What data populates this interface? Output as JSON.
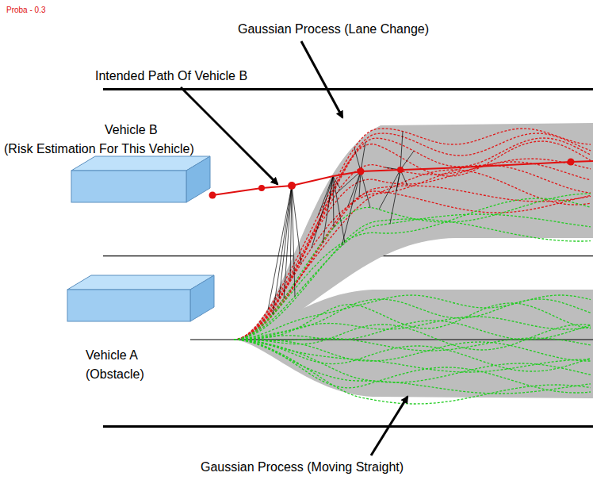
{
  "diagram": {
    "nodes": [
      {
        "text": [
          "Vehicle B",
          "(Risk Estimation For This Vehicle)"
        ]
      },
      {
        "text": [
          "Vehicle A",
          "(Obstacle)"
        ]
      }
    ],
    "labels": [
      "Proba - 0.3",
      "Gaussian Process (Lane Change)",
      "Intended Path Of Vehicle B",
      "Gaussian Process (Moving Straight)"
    ]
  }
}
